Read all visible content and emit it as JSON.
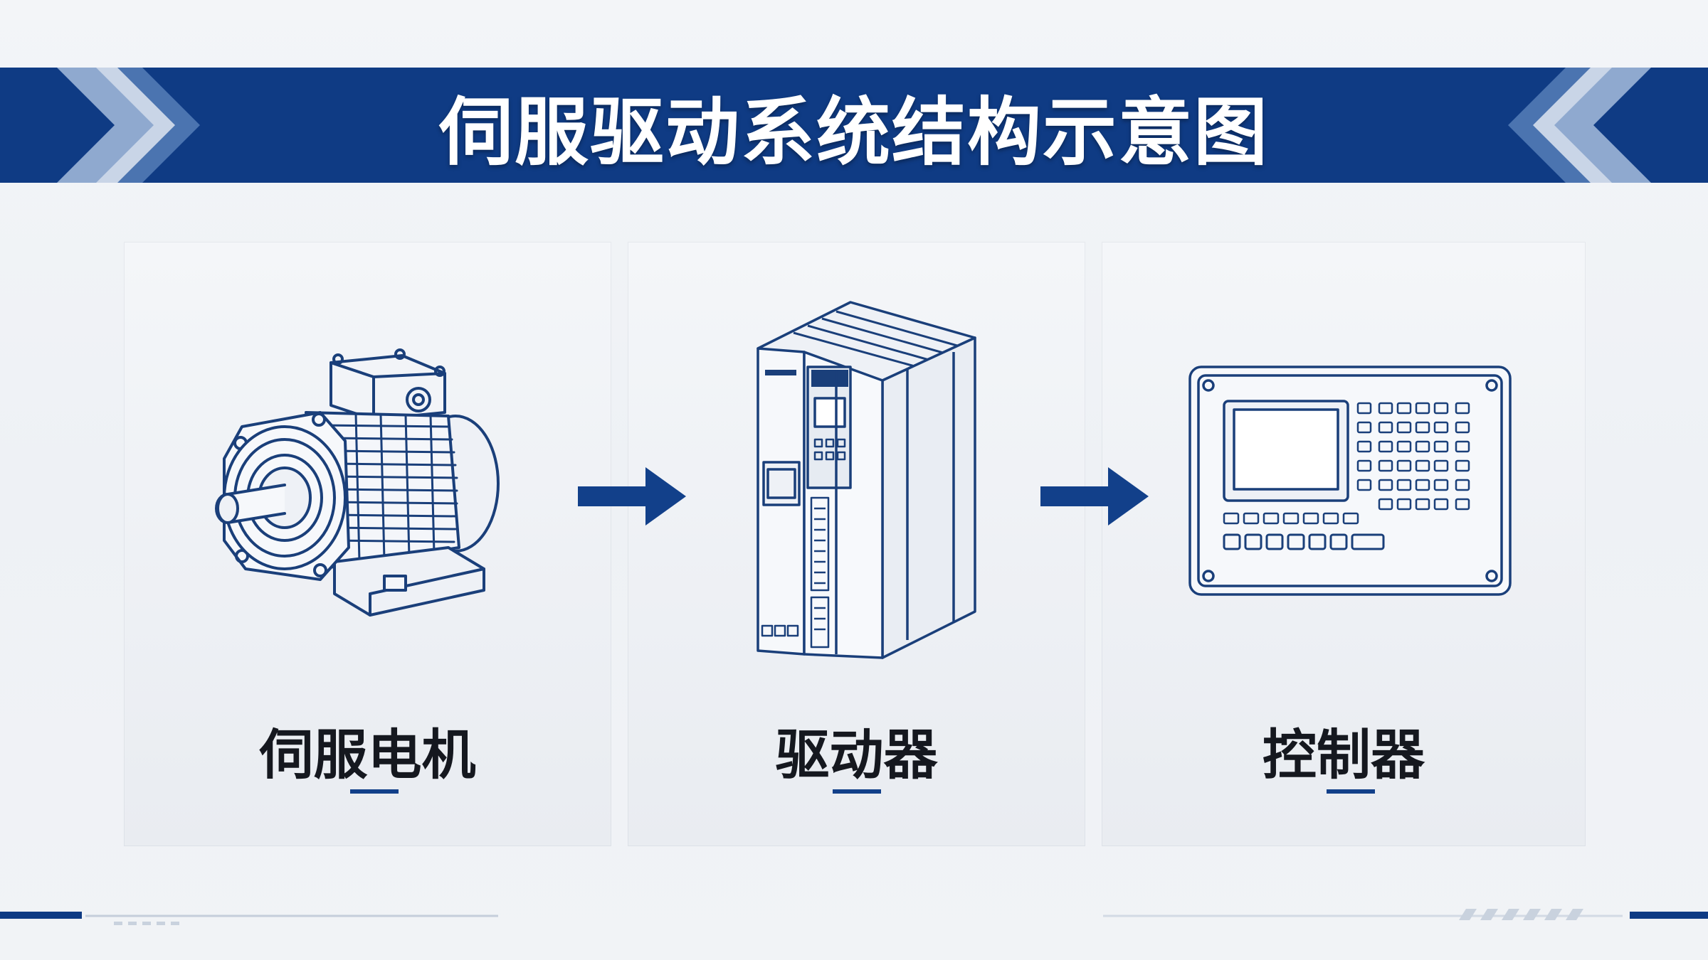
{
  "title": "伺服驱动系统结构示意图",
  "components": [
    {
      "label": "伺服电机",
      "icon": "servo-motor-icon"
    },
    {
      "label": "驱动器",
      "icon": "servo-drive-icon"
    },
    {
      "label": "控制器",
      "icon": "controller-panel-icon"
    }
  ],
  "colors": {
    "primary": "#0f3b84",
    "accent_light": "#7f9cc6",
    "line_art": "#1a3f7a",
    "background": "#f1f3f6"
  }
}
